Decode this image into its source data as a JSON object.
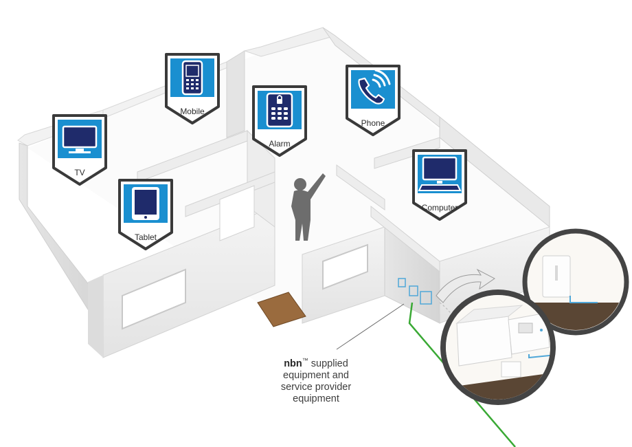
{
  "devices": {
    "tv": {
      "label": "TV",
      "icon": "tv-icon"
    },
    "mobile": {
      "label": "Mobile",
      "icon": "mobile-phone-icon"
    },
    "alarm": {
      "label": "Alarm",
      "icon": "alarm-keypad-icon"
    },
    "phone": {
      "label": "Phone",
      "icon": "phone-handset-icon"
    },
    "tablet": {
      "label": "Tablet",
      "icon": "tablet-icon"
    },
    "computer": {
      "label": "Computer",
      "icon": "computer-monitor-icon"
    }
  },
  "caption": {
    "brand": "nbn",
    "trademark": "™",
    "line1": "supplied",
    "line2": "equipment and",
    "line3": "service provider",
    "line4": "equipment"
  },
  "colors": {
    "badge_blue": "#1a8fd0",
    "screen_navy": "#1f2b6b",
    "badge_border": "#3a3a3a",
    "cable_green": "#3aa935",
    "zoom_border": "#444444"
  }
}
